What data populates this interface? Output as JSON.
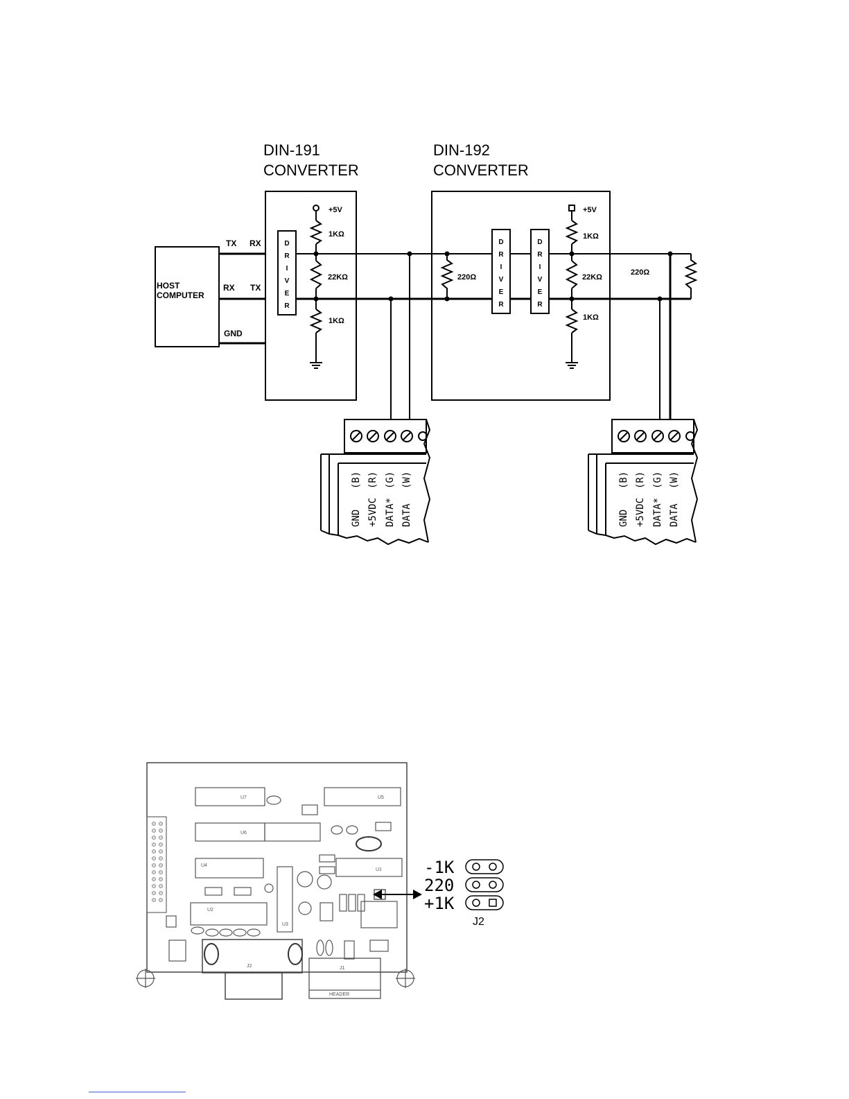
{
  "schematic": {
    "din191": {
      "line1": "DIN-191",
      "line2": "CONVERTER"
    },
    "din192": {
      "line1": "DIN-192",
      "line2": "CONVERTER"
    },
    "host": {
      "line1": "HOST",
      "line2": "COMPUTER",
      "tx": "TX",
      "rx": "RX",
      "rx2": "RX",
      "tx2": "TX",
      "gnd": "GND"
    },
    "driver_letters": [
      "D",
      "R",
      "I",
      "V",
      "E",
      "R"
    ],
    "left": {
      "v5": "+5V",
      "r1": "1KΩ",
      "r2": "22KΩ",
      "r3": "1KΩ"
    },
    "mid": {
      "r": "220Ω"
    },
    "right": {
      "v5": "+5V",
      "r1": "1KΩ",
      "r2": "22KΩ",
      "r3": "1KΩ",
      "term": "220Ω"
    },
    "terminal_labels": [
      {
        "name": "GND",
        "code": "(B)"
      },
      {
        "name": "+5VDC",
        "code": "(R)"
      },
      {
        "name": "DATA*",
        "code": "(G)"
      },
      {
        "name": "DATA",
        "code": "(W)"
      }
    ]
  },
  "board": {
    "labels": [
      "U7",
      "U6",
      "U4",
      "U2",
      "U3",
      "U1",
      "U5",
      "J1",
      "J2",
      "HEADER"
    ],
    "jumper": {
      "minus1k": "-1K",
      "r220": "220",
      "plus1k": "+1K",
      "name": "J2"
    }
  }
}
